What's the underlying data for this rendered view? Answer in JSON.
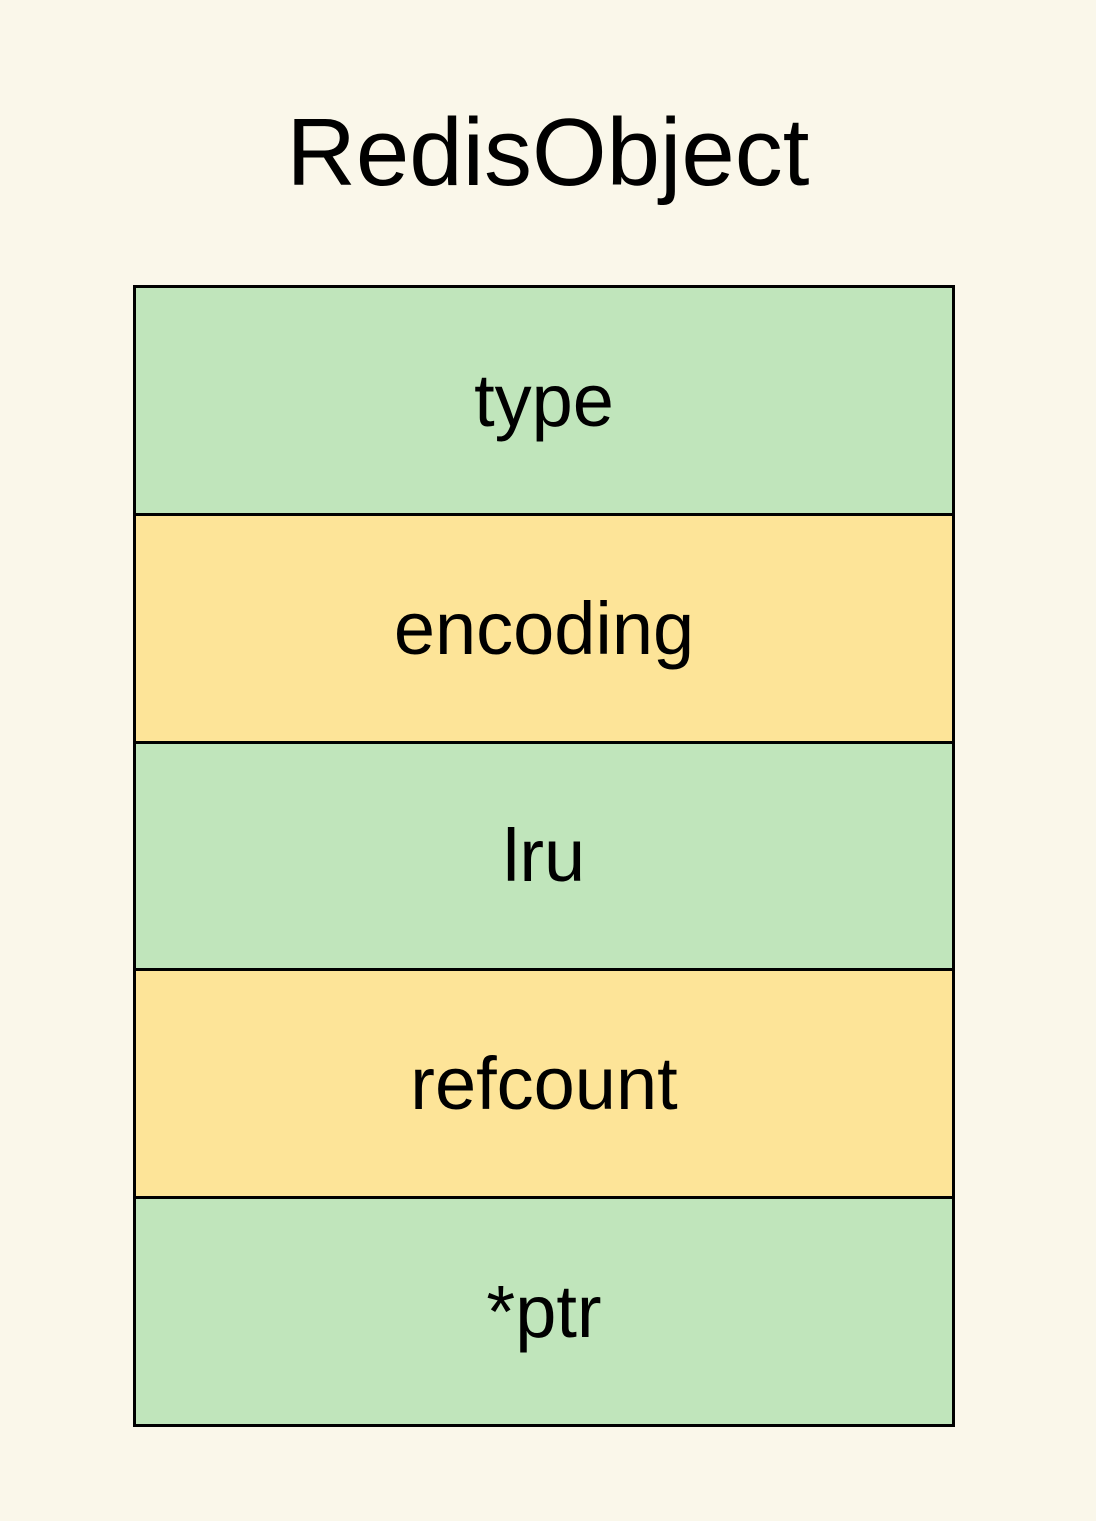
{
  "title": "RedisObject",
  "colors": {
    "background": "#faf7ea",
    "field_green": "#c0e5bb",
    "field_yellow": "#fde498",
    "border": "#000000",
    "text": "#000000"
  },
  "struct": {
    "fields": [
      {
        "label": "type",
        "color": "#c0e5bb"
      },
      {
        "label": "encoding",
        "color": "#fde498"
      },
      {
        "label": "lru",
        "color": "#c0e5bb"
      },
      {
        "label": "refcount",
        "color": "#fde498"
      },
      {
        "label": "*ptr",
        "color": "#c0e5bb"
      }
    ]
  }
}
